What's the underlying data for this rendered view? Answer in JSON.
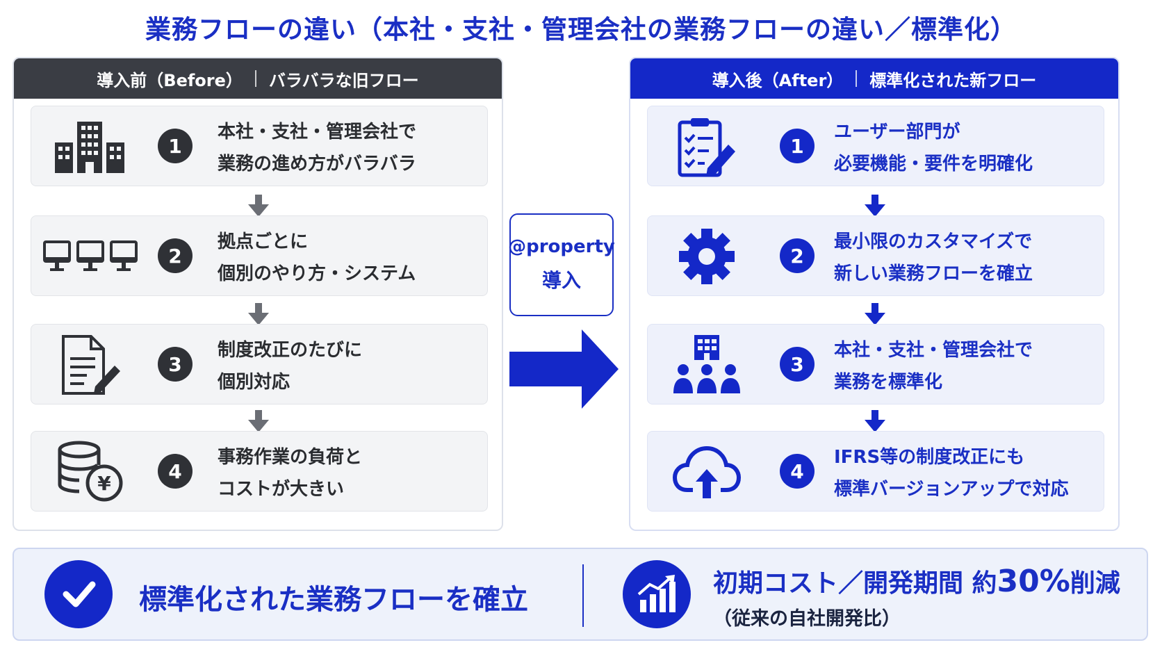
{
  "title": "業務フローの違い（本社・支社・管理会社の業務フローの違い／標準化）",
  "before": {
    "header": "導入前（Before）",
    "subheader": "バラバラな旧フロー",
    "steps": [
      {
        "num": "1",
        "icon": "office-buildings-icon",
        "line1": "本社・支社・管理会社で",
        "line2": "業務の進め方がバラバラ"
      },
      {
        "num": "2",
        "icon": "monitors-icon",
        "line1": "拠点ごとに",
        "line2": "個別のやり方・システム"
      },
      {
        "num": "3",
        "icon": "document-edit-icon",
        "line1": "制度改正のたびに",
        "line2": "個別対応"
      },
      {
        "num": "4",
        "icon": "coins-yen-icon",
        "line1": "事務作業の負荷と",
        "line2": "コストが大きい"
      }
    ]
  },
  "center": {
    "product": "@property",
    "action": "導入"
  },
  "after": {
    "header": "導入後（After）",
    "subheader": "標準化された新フロー",
    "steps": [
      {
        "num": "1",
        "icon": "clipboard-checklist-icon",
        "line1": "ユーザー部門が",
        "line2": "必要機能・要件を明確化"
      },
      {
        "num": "2",
        "icon": "gear-icon",
        "line1": "最小限のカスタマイズで",
        "line2": "新しい業務フローを確立"
      },
      {
        "num": "3",
        "icon": "organization-icon",
        "line1": "本社・支社・管理会社で",
        "line2": "業務を標準化"
      },
      {
        "num": "4",
        "icon": "cloud-upload-icon",
        "line1": "IFRS等の制度改正にも",
        "line2": "標準バージョンアップで対応"
      }
    ]
  },
  "bottom": {
    "result1": "標準化された業務フローを確立",
    "result2_main": "初期コスト／開発期間 約",
    "result2_value": "30%",
    "result2_suffix": "削減",
    "result2_sub": "（従来の自社開発比）"
  },
  "colors": {
    "accent": "#1428c8",
    "dark": "#3a3d44",
    "arrow_gray": "#6b6e75"
  }
}
